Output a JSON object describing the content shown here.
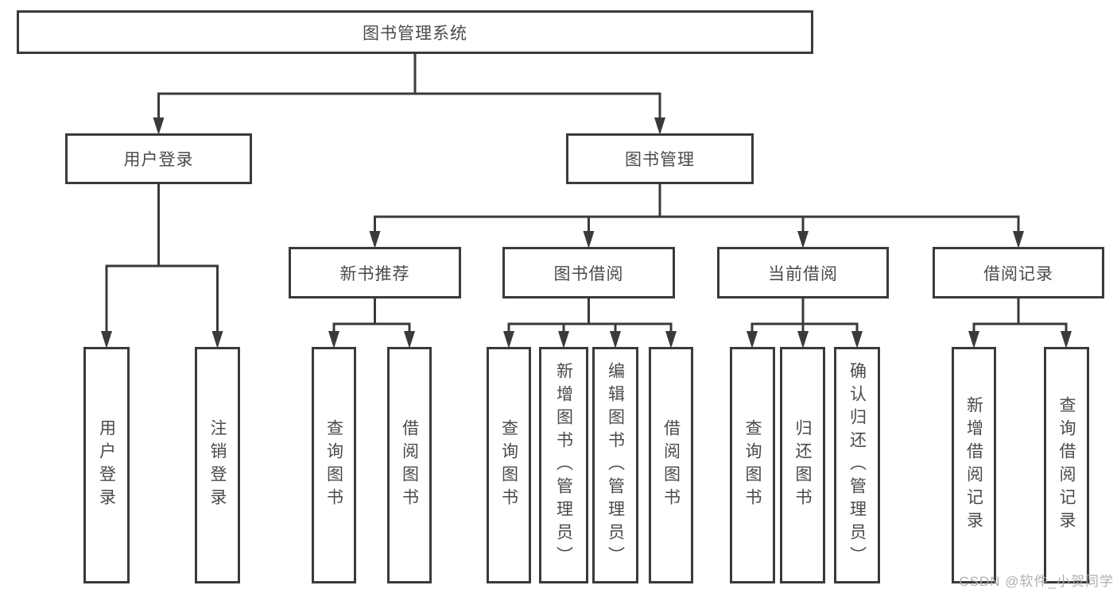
{
  "diagram": {
    "type": "hierarchy-flowchart",
    "title": "图书管理系统"
  },
  "colors": {
    "line": "#3a3a3a",
    "border": "#3a3a3a",
    "text": "#4a4a4a",
    "background": "#ffffff",
    "watermark": "#a8a8a8"
  },
  "nodes": {
    "root": {
      "label": "图书管理系统"
    },
    "level2": [
      {
        "label": "用户登录"
      },
      {
        "label": "图书管理"
      }
    ],
    "level3": [
      {
        "label": "新书推荐"
      },
      {
        "label": "图书借阅"
      },
      {
        "label": "当前借阅"
      },
      {
        "label": "借阅记录"
      }
    ],
    "leaves": [
      {
        "label": "用户登录"
      },
      {
        "label": "注销登录"
      },
      {
        "label": "查询图书"
      },
      {
        "label": "借阅图书"
      },
      {
        "label": "查询图书"
      },
      {
        "label": "新增图书（管理员）"
      },
      {
        "label": "编辑图书（管理员）"
      },
      {
        "label": "借阅图书"
      },
      {
        "label": "查询图书"
      },
      {
        "label": "归还图书"
      },
      {
        "label": "确认归还（管理员）"
      },
      {
        "label": "新增借阅记录"
      },
      {
        "label": "查询借阅记录"
      }
    ]
  },
  "watermark": {
    "text": "CSDN @软件_小贺同学"
  }
}
